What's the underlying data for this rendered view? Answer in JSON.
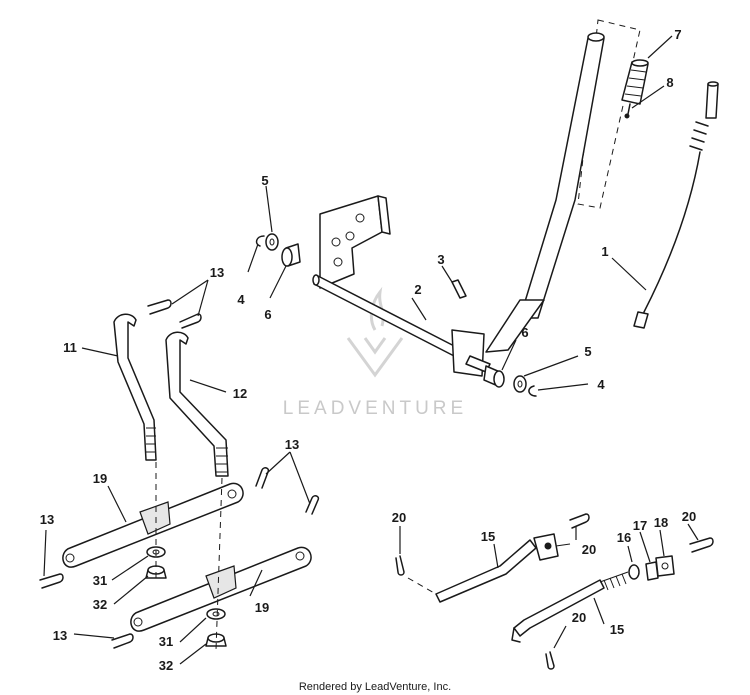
{
  "watermark": {
    "text": "LEADVENTURE"
  },
  "footer": {
    "text": "Rendered by LeadVenture, Inc."
  },
  "callouts": [
    {
      "id": "c1",
      "label": "1"
    },
    {
      "id": "c2",
      "label": "2"
    },
    {
      "id": "c3",
      "label": "3"
    },
    {
      "id": "c4a",
      "label": "4"
    },
    {
      "id": "c4b",
      "label": "4"
    },
    {
      "id": "c5a",
      "label": "5"
    },
    {
      "id": "c5b",
      "label": "5"
    },
    {
      "id": "c6a",
      "label": "6"
    },
    {
      "id": "c6b",
      "label": "6"
    },
    {
      "id": "c7",
      "label": "7"
    },
    {
      "id": "c8",
      "label": "8"
    },
    {
      "id": "c11",
      "label": "11"
    },
    {
      "id": "c12",
      "label": "12"
    },
    {
      "id": "c13a",
      "label": "13"
    },
    {
      "id": "c13b",
      "label": "13"
    },
    {
      "id": "c13c",
      "label": "13"
    },
    {
      "id": "c13d",
      "label": "13"
    },
    {
      "id": "c15a",
      "label": "15"
    },
    {
      "id": "c15b",
      "label": "15"
    },
    {
      "id": "c16",
      "label": "16"
    },
    {
      "id": "c17",
      "label": "17"
    },
    {
      "id": "c18",
      "label": "18"
    },
    {
      "id": "c19a",
      "label": "19"
    },
    {
      "id": "c19b",
      "label": "19"
    },
    {
      "id": "c20a",
      "label": "20"
    },
    {
      "id": "c20b",
      "label": "20"
    },
    {
      "id": "c20c",
      "label": "20"
    },
    {
      "id": "c20d",
      "label": "20"
    },
    {
      "id": "c31a",
      "label": "31"
    },
    {
      "id": "c31b",
      "label": "31"
    },
    {
      "id": "c32a",
      "label": "32"
    },
    {
      "id": "c32b",
      "label": "32"
    }
  ]
}
